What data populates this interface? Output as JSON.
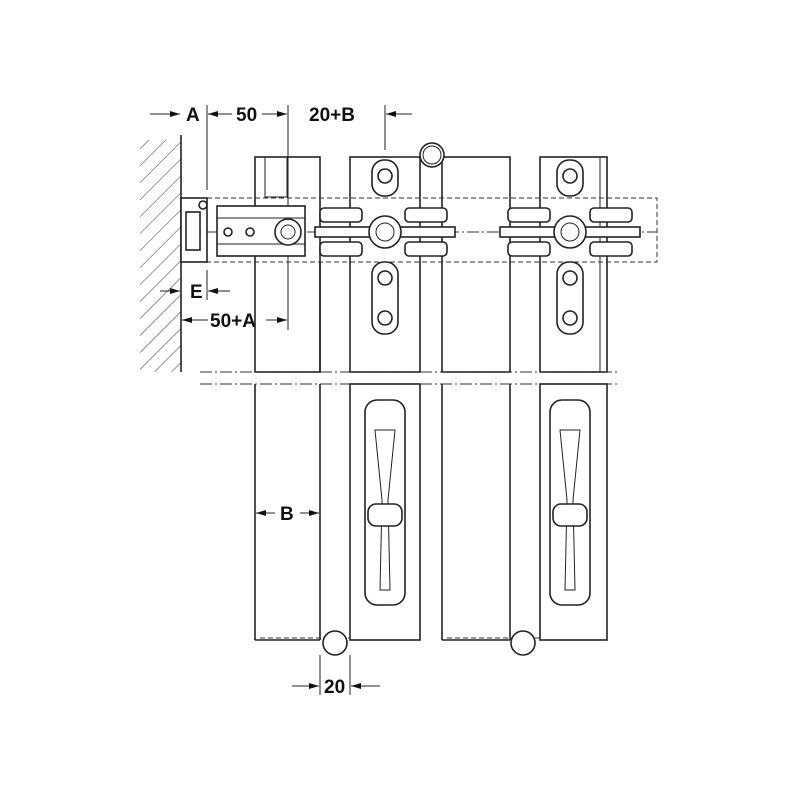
{
  "title": "Sliding door fitting dimension diagram",
  "dimensions": {
    "a": "A",
    "fifty": "50",
    "twenty_plus_b": "20+B",
    "e": "E",
    "fifty_plus_a": "50+A",
    "b": "B",
    "twenty": "20"
  }
}
